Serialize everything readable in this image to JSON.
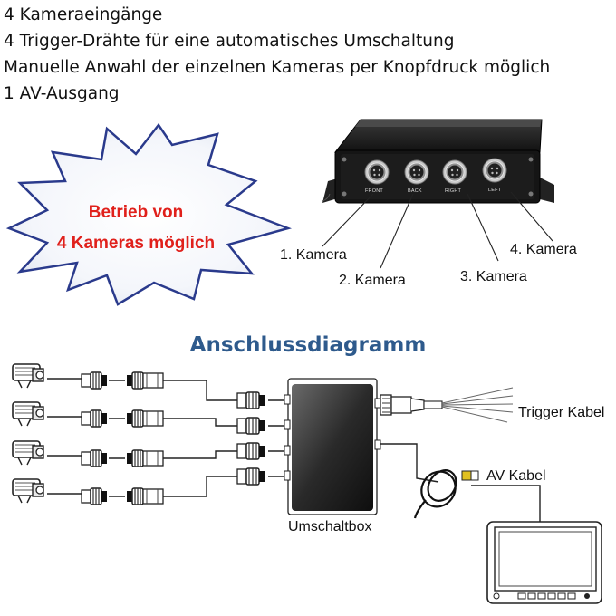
{
  "features": [
    "4 Kameraeingänge",
    "4 Trigger-Drähte für eine automatisches Umschaltung",
    "Manuelle Anwahl der einzelnen Kameras per Knopfdruck möglich",
    "1 AV-Ausgang"
  ],
  "burst": {
    "line1": "Betrieb von",
    "line2": "4 Kameras möglich"
  },
  "device": {
    "port_labels": [
      "FRONT",
      "BACK",
      "RIGHT",
      "LEFT"
    ],
    "callouts": [
      "1. Kamera",
      "2. Kamera",
      "3. Kamera",
      "4. Kamera"
    ]
  },
  "diagram": {
    "title": "Anschlussdiagramm",
    "box_label": "Umschaltbox",
    "trigger_label": "Trigger Kabel",
    "av_label": "AV Kabel"
  },
  "colors": {
    "title": "#2e5a8c",
    "burst_text": "#e0201b",
    "burst_outline": "#2a3a8c",
    "device": "#1a1a1a"
  }
}
